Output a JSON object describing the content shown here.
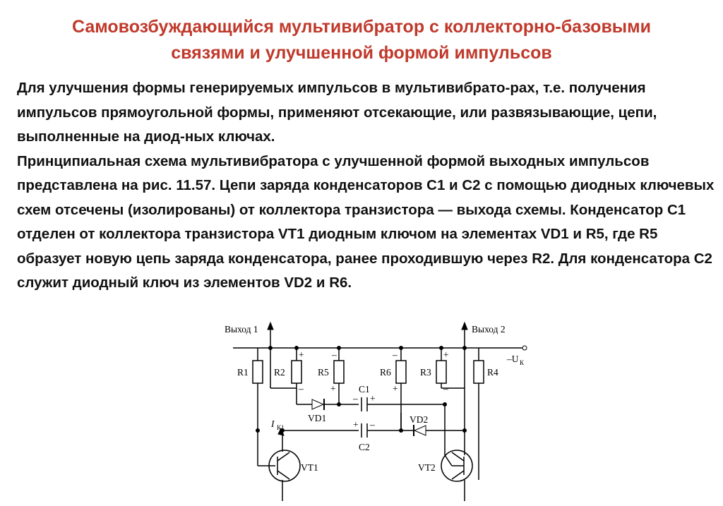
{
  "slide": {
    "title_line1": "Самовозбуждающийся мультивибратор с коллекторно-базовыми",
    "title_line2": "связями и улучшенной формой импульсов",
    "paragraph1": "Для улучшения формы генерируемых импульсов в мультивибрато-рах, т.е. получения импульсов прямоугольной формы, применяют отсекающие, или развязывающие, цепи, выполненные на диод-ных ключах.",
    "paragraph2": "Принципиальная схема мультивибратора с улучшенной формой выходных импульсов представлена на рис. 11.57. Цепи заряда конденсаторов С1 и С2 с помощью диодных ключевых схем отсечены (изолированы) от коллектора транзистора — выхода схемы. Конденсатор С1 отделен от коллектора транзистора VT1 диодным ключом на элементах VD1 и R5, где R5 образует новую цепь заряда конденсатора, ранее проходившую через R2. Для конденсатора С2 служит диодный ключ из элементов VD2 и R6."
  },
  "colors": {
    "title": "#c0392b",
    "text": "#111111"
  },
  "circuit": {
    "out1": "Выход 1",
    "out2": "Выход 2",
    "supply": "–U",
    "supply_sub": "К",
    "r1": "R1",
    "r2": "R2",
    "r3": "R3",
    "r4": "R4",
    "r5": "R5",
    "r6": "R6",
    "c1": "C1",
    "c2": "C2",
    "vd1": "VD1",
    "vd2": "VD2",
    "vt1": "VT1",
    "vt2": "VT2",
    "ik": "I",
    "ik_sub": "К1",
    "plus": "+",
    "minus": "–"
  }
}
